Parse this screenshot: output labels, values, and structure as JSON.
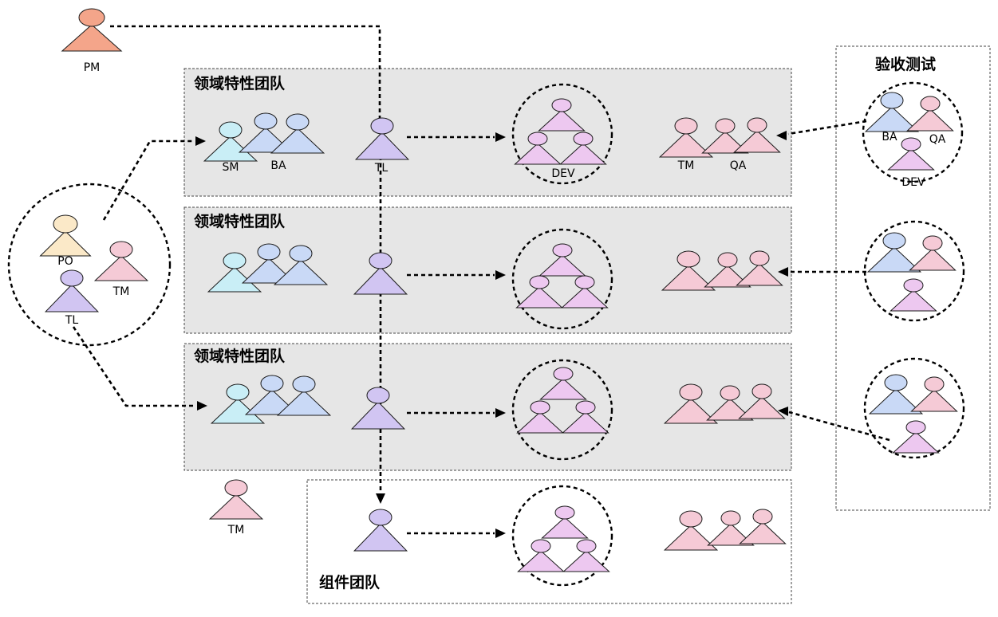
{
  "colors": {
    "pm": "#F4A58A",
    "po": "#FBE9C8",
    "sm": "#C9EEF6",
    "ba": "#C9D9F6",
    "tl": "#D1C5F2",
    "dev": "#EDC8F0",
    "tm": "#F5CAD6",
    "qa": "#F5CAD6",
    "team_bg": "#E6E6E6"
  },
  "labels": {
    "pm": "PM",
    "po": "PO",
    "tm": "TM",
    "tl": "TL",
    "sm": "SM",
    "ba": "BA",
    "dev": "DEV",
    "qa": "QA"
  },
  "teams": [
    {
      "title": "领域特性团队"
    },
    {
      "title": "领域特性团队"
    },
    {
      "title": "领域特性团队"
    },
    {
      "title": "组件团队"
    }
  ],
  "acceptance": {
    "title": "验收测试"
  }
}
